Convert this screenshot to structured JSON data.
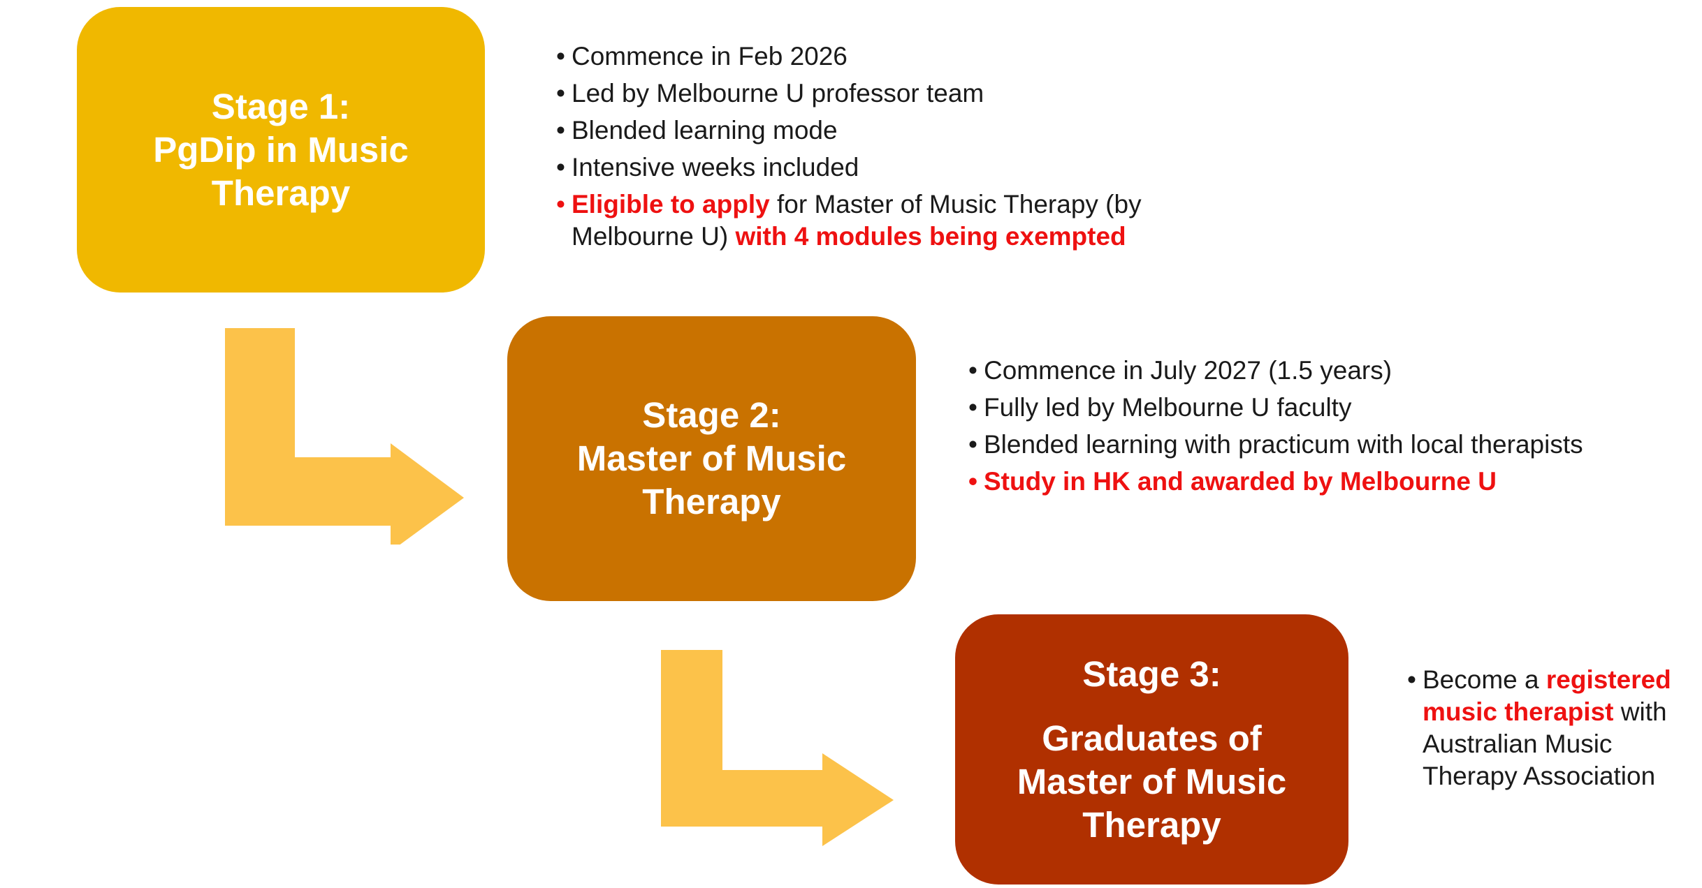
{
  "colors": {
    "stage1": "#F0B800",
    "stage2": "#C97200",
    "stage3": "#B03000",
    "arrow": "#FCC24A",
    "highlight": "#EE1111"
  },
  "stages": [
    {
      "lines": [
        "Stage 1:",
        "PgDip in Music",
        "Therapy"
      ],
      "bullets": [
        {
          "text": "Commence in Feb 2026"
        },
        {
          "text": "Led by Melbourne U professor team"
        },
        {
          "text": "Blended learning mode"
        },
        {
          "text": "Intensive weeks included"
        },
        {
          "red": true,
          "parts": {
            "a": "Eligible to apply",
            "b": " for Master of Music Therapy (by Melbourne U) ",
            "c": "with 4 modules being exempted"
          }
        }
      ]
    },
    {
      "lines": [
        "Stage 2:",
        "Master of Music",
        "Therapy"
      ],
      "bullets": [
        {
          "text": "Commence in July 2027 (1.5 years)"
        },
        {
          "text": "Fully led by Melbourne U faculty"
        },
        {
          "text": "Blended learning with practicum with local therapists"
        },
        {
          "red": true,
          "text": "Study in HK and awarded by Melbourne U"
        }
      ]
    },
    {
      "lines": [
        "Stage 3:",
        "Graduates of",
        "Master of Music",
        "Therapy"
      ],
      "bullets": [
        {
          "parts": {
            "a": "Become a ",
            "b": "registered music therapist",
            "c": " with Australian Music Therapy Association"
          }
        }
      ]
    }
  ]
}
